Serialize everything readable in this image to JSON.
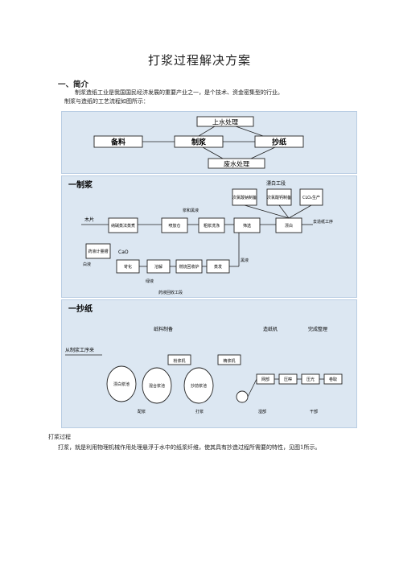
{
  "title": "打浆过程解决方案",
  "section1": {
    "heading": "一、简介",
    "para1": "制浆造纸工业是我国国民经济发展的重要产业之一，是个技术、资金密集型的行业。",
    "para2": "制浆与造纸的工艺流程如图所示："
  },
  "diagram_overview": {
    "top": "上水处理",
    "left": "备料",
    "middle": "制浆",
    "right": "抄纸",
    "bottom": "废水处理"
  },
  "diagram_pulping": {
    "heading": "一制浆",
    "bleach_section": "漂白工段",
    "chem1": "次氯酸钠制备",
    "chem2": "次氯酸钙制备",
    "chem3": "CLO₂生产",
    "input_wood": "木片",
    "cooking": "纳碱蒸法蒸煮",
    "blow": "喷放仓",
    "black_label": "浆和黑液",
    "wash": "粗浆洗涤",
    "screen": "筛选",
    "bleach": "漂白",
    "to_paper": "去造纸工序",
    "causticize_prep": "药液计量槽",
    "cao": "CaO",
    "white_liquor": "白液",
    "causticize": "苛化",
    "dissolve": "溶解",
    "furnace": "燃烧回收炉",
    "evaporate": "蒸发",
    "black_liquor": "黑液",
    "green_liquor": "绿液",
    "recovery_section": "药液回收工段"
  },
  "diagram_papermaking": {
    "heading": "一抄纸",
    "stock_prep": "纸料制备",
    "paper_machine": "造纸机",
    "finishing": "完成整理",
    "from_pulp": "从制浆工序来",
    "tank1": "漂白浆池",
    "tank2": "混合浆池",
    "tank3": "抄前浆池",
    "refiner1": "粉浆机",
    "refiner2": "精浆机",
    "wire": "网部",
    "press": "压榨",
    "dryer": "压光",
    "reel": "卷取",
    "label1": "配浆",
    "label2": "打浆",
    "label3": "湿部",
    "label4": "干部"
  },
  "section2": {
    "heading": "打浆过程",
    "para": "打浆，就是利用物理机械作用处理悬浮于水中的纸浆纤维，使其具有抄造过程所需要的特性，见图1所示。"
  }
}
